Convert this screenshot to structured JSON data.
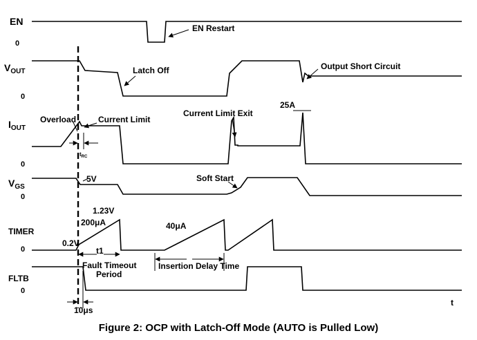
{
  "signals": {
    "en": {
      "label": "EN",
      "zero": "0"
    },
    "vout": {
      "label_main": "V",
      "label_sub": "OUT",
      "zero": "0"
    },
    "iout": {
      "label_main": "I",
      "label_sub": "OUT",
      "zero": "0"
    },
    "vgs": {
      "label_main": "V",
      "label_sub": "GS",
      "zero": "0"
    },
    "timer": {
      "label": "TIMER",
      "zero": "0"
    },
    "fltb": {
      "label": "FLTB",
      "zero": "0"
    }
  },
  "annotations": {
    "en_restart": "EN Restart",
    "latch_off": "Latch Off",
    "output_short_circuit": "Output Short Circuit",
    "overload": "Overload",
    "current_limit": "Current Limit",
    "current_limit_exit": "Current Limit Exit",
    "peak_current": "25A",
    "t_main": "t",
    "t_sub": "RC",
    "five_volts": "5V",
    "soft_start": "Soft Start",
    "v_123": "1.23V",
    "i_200": "200μA",
    "i_40": "40μA",
    "v_02": "0.2V",
    "t1": "t1",
    "fault_timeout_line1": "Fault Timeout",
    "fault_timeout_line2": "Period",
    "insertion_delay": "Insertion Delay Time",
    "ten_us": "10μs",
    "time_axis": "t"
  },
  "caption": "Figure 2: OCP with Latch-Off Mode (AUTO is Pulled Low)"
}
